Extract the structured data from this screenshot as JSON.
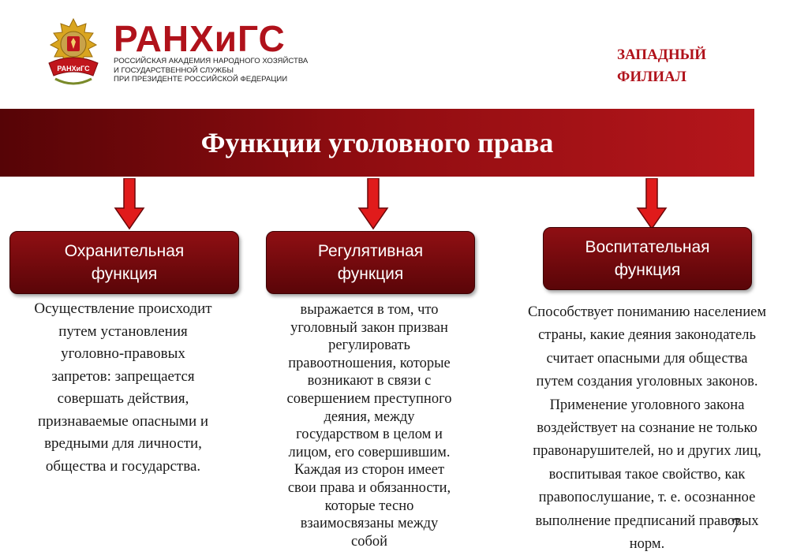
{
  "header": {
    "brand_name": "РАНХиГС",
    "brand_lines": [
      "Российская академия народного хозяйства",
      "и государственной службы",
      "при Президенте Российской Федерации"
    ],
    "emblem_text": "РАНХиГС",
    "branch_lines": [
      "ЗАПАДНЫЙ",
      "ФИЛИАЛ"
    ]
  },
  "banner": {
    "title": "Функции уголовного права"
  },
  "colors": {
    "accent": "#b0121b",
    "banner_dark": "#560406",
    "box": "#7a0a0e",
    "arrow": "#e01b1b"
  },
  "functions": [
    {
      "title_lines": [
        "Охранительная",
        "функция"
      ],
      "description_lines": [
        "Осуществление происходит",
        "путем установления",
        "уголовно-правовых",
        "запретов: запрещается",
        "совершать действия,",
        "признаваемые опасными и",
        "вредными для личности,",
        "общества и государства."
      ]
    },
    {
      "title_lines": [
        "Регулятивная",
        "функция"
      ],
      "description_lines": [
        "выражается в том, что",
        "уголовный закон призван",
        "регулировать",
        "правоотношения, которые",
        "возникают в связи с",
        "совершением преступного",
        "деяния, между",
        "государством в целом и",
        "лицом, его совершившим.",
        "Каждая из сторон имеет",
        "свои права и обязанности,",
        "которые тесно",
        "взаимосвязаны между",
        "собой"
      ]
    },
    {
      "title_lines": [
        "Воспитательная",
        "функция"
      ],
      "description_lines": [
        "Способствует пониманию населением",
        "страны, какие деяния законодатель",
        "считает опасными для общества",
        "путем создания уголовных законов.",
        "Применение уголовного закона",
        "воздействует на сознание не только",
        "правонарушителей, но и других лиц,",
        "воспитывая такое свойство, как",
        "правопослушание, т. е. осознанное",
        "выполнение предписаний правовых",
        "норм."
      ]
    }
  ],
  "page_number": "7"
}
